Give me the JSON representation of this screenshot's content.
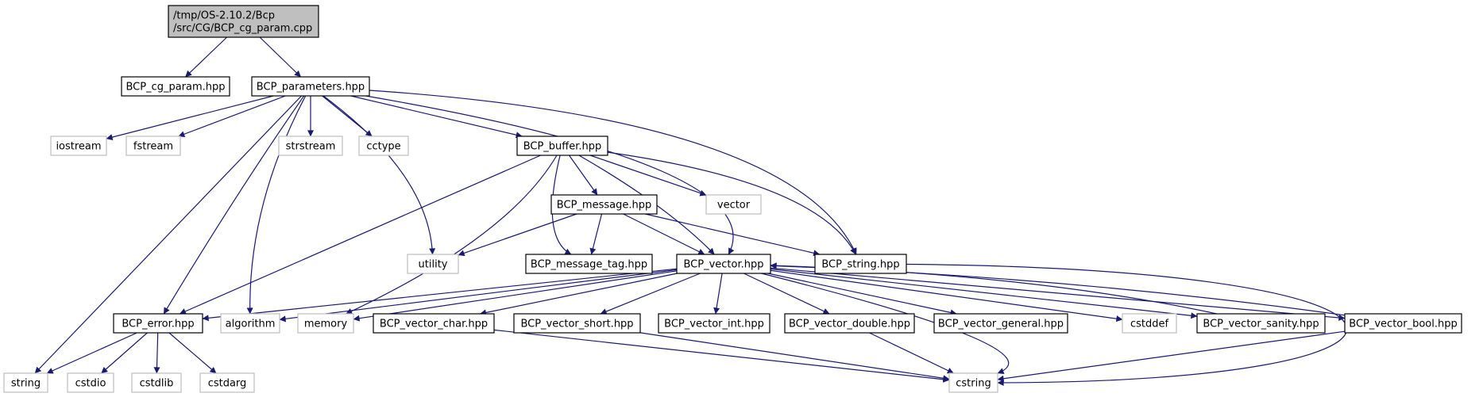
{
  "colors": {
    "edge": "#191970",
    "root_fill": "#bfbfbf",
    "node_fill": "#ffffff",
    "node_border": "#000000",
    "external_border": "#bfbfbf",
    "external_text": "#8c8c8c"
  },
  "nodes": [
    {
      "id": "root",
      "lines": [
        "/tmp/OS-2.10.2/Bcp",
        "/src/CG/BCP_cg_param.cpp"
      ],
      "kind": "root"
    },
    {
      "id": "cg_param_hpp",
      "lines": [
        "BCP_cg_param.hpp"
      ],
      "kind": "file"
    },
    {
      "id": "parameters_hpp",
      "lines": [
        "BCP_parameters.hpp"
      ],
      "kind": "file"
    },
    {
      "id": "iostream",
      "lines": [
        "iostream"
      ],
      "kind": "external"
    },
    {
      "id": "fstream",
      "lines": [
        "fstream"
      ],
      "kind": "external"
    },
    {
      "id": "strstream",
      "lines": [
        "strstream"
      ],
      "kind": "external"
    },
    {
      "id": "cctype",
      "lines": [
        "cctype"
      ],
      "kind": "external"
    },
    {
      "id": "buffer_hpp",
      "lines": [
        "BCP_buffer.hpp"
      ],
      "kind": "file"
    },
    {
      "id": "message_hpp",
      "lines": [
        "BCP_message.hpp"
      ],
      "kind": "file"
    },
    {
      "id": "vector",
      "lines": [
        "vector"
      ],
      "kind": "external"
    },
    {
      "id": "utility",
      "lines": [
        "utility"
      ],
      "kind": "external"
    },
    {
      "id": "message_tag_hpp",
      "lines": [
        "BCP_message_tag.hpp"
      ],
      "kind": "file"
    },
    {
      "id": "vector_hpp",
      "lines": [
        "BCP_vector.hpp"
      ],
      "kind": "file"
    },
    {
      "id": "string_hpp",
      "lines": [
        "BCP_string.hpp"
      ],
      "kind": "file"
    },
    {
      "id": "error_hpp",
      "lines": [
        "BCP_error.hpp"
      ],
      "kind": "file"
    },
    {
      "id": "algorithm",
      "lines": [
        "algorithm"
      ],
      "kind": "external"
    },
    {
      "id": "memory",
      "lines": [
        "memory"
      ],
      "kind": "external"
    },
    {
      "id": "vector_char_hpp",
      "lines": [
        "BCP_vector_char.hpp"
      ],
      "kind": "file"
    },
    {
      "id": "vector_short_hpp",
      "lines": [
        "BCP_vector_short.hpp"
      ],
      "kind": "file"
    },
    {
      "id": "vector_int_hpp",
      "lines": [
        "BCP_vector_int.hpp"
      ],
      "kind": "file"
    },
    {
      "id": "vector_double_hpp",
      "lines": [
        "BCP_vector_double.hpp"
      ],
      "kind": "file"
    },
    {
      "id": "vector_general_hpp",
      "lines": [
        "BCP_vector_general.hpp"
      ],
      "kind": "file"
    },
    {
      "id": "cstddef",
      "lines": [
        "cstddef"
      ],
      "kind": "external"
    },
    {
      "id": "vector_sanity_hpp",
      "lines": [
        "BCP_vector_sanity.hpp"
      ],
      "kind": "file"
    },
    {
      "id": "vector_bool_hpp",
      "lines": [
        "BCP_vector_bool.hpp"
      ],
      "kind": "file"
    },
    {
      "id": "string",
      "lines": [
        "string"
      ],
      "kind": "external"
    },
    {
      "id": "cstdio",
      "lines": [
        "cstdio"
      ],
      "kind": "external"
    },
    {
      "id": "cstdlib",
      "lines": [
        "cstdlib"
      ],
      "kind": "external"
    },
    {
      "id": "cstdarg",
      "lines": [
        "cstdarg"
      ],
      "kind": "external"
    },
    {
      "id": "cstring",
      "lines": [
        "cstring"
      ],
      "kind": "external"
    }
  ],
  "edges": [
    {
      "from": "root",
      "to": "cg_param_hpp"
    },
    {
      "from": "root",
      "to": "parameters_hpp"
    },
    {
      "from": "parameters_hpp",
      "to": "string"
    },
    {
      "from": "parameters_hpp",
      "to": "iostream"
    },
    {
      "from": "parameters_hpp",
      "to": "fstream"
    },
    {
      "from": "parameters_hpp",
      "to": "error_hpp"
    },
    {
      "from": "parameters_hpp",
      "to": "algorithm"
    },
    {
      "from": "parameters_hpp",
      "to": "strstream"
    },
    {
      "from": "parameters_hpp",
      "to": "cctype"
    },
    {
      "from": "parameters_hpp",
      "to": "utility"
    },
    {
      "from": "parameters_hpp",
      "to": "buffer_hpp"
    },
    {
      "from": "parameters_hpp",
      "to": "vector_hpp"
    },
    {
      "from": "parameters_hpp",
      "to": "string_hpp"
    },
    {
      "from": "buffer_hpp",
      "to": "error_hpp"
    },
    {
      "from": "buffer_hpp",
      "to": "memory"
    },
    {
      "from": "buffer_hpp",
      "to": "message_tag_hpp"
    },
    {
      "from": "buffer_hpp",
      "to": "message_hpp"
    },
    {
      "from": "buffer_hpp",
      "to": "vector_hpp"
    },
    {
      "from": "buffer_hpp",
      "to": "vector"
    },
    {
      "from": "buffer_hpp",
      "to": "string_hpp"
    },
    {
      "from": "message_hpp",
      "to": "utility"
    },
    {
      "from": "message_hpp",
      "to": "message_tag_hpp"
    },
    {
      "from": "message_hpp",
      "to": "vector_hpp"
    },
    {
      "from": "message_hpp",
      "to": "string_hpp"
    },
    {
      "from": "string_hpp",
      "to": "cstring"
    },
    {
      "from": "vector_hpp",
      "to": "error_hpp"
    },
    {
      "from": "vector_hpp",
      "to": "algorithm"
    },
    {
      "from": "vector_hpp",
      "to": "memory"
    },
    {
      "from": "vector_hpp",
      "to": "vector_char_hpp"
    },
    {
      "from": "vector_hpp",
      "to": "vector_short_hpp"
    },
    {
      "from": "vector_hpp",
      "to": "vector_int_hpp"
    },
    {
      "from": "vector_hpp",
      "to": "vector_double_hpp"
    },
    {
      "from": "vector_hpp",
      "to": "vector_general_hpp"
    },
    {
      "from": "vector_hpp",
      "to": "cstddef"
    },
    {
      "from": "vector_hpp",
      "to": "vector_sanity_hpp"
    },
    {
      "from": "vector_hpp",
      "to": "vector_bool_hpp"
    },
    {
      "from": "vector_hpp",
      "to": "cstring"
    },
    {
      "from": "vector_sanity_hpp",
      "to": "vector_hpp"
    },
    {
      "from": "vector_bool_hpp",
      "to": "vector_hpp"
    },
    {
      "from": "error_hpp",
      "to": "string"
    },
    {
      "from": "error_hpp",
      "to": "cstdio"
    },
    {
      "from": "error_hpp",
      "to": "cstdlib"
    },
    {
      "from": "error_hpp",
      "to": "cstdarg"
    },
    {
      "from": "vector_char_hpp",
      "to": "cstring"
    },
    {
      "from": "vector_short_hpp",
      "to": "cstring"
    },
    {
      "from": "vector_double_hpp",
      "to": "cstring"
    },
    {
      "from": "vector_bool_hpp",
      "to": "cstring"
    }
  ]
}
